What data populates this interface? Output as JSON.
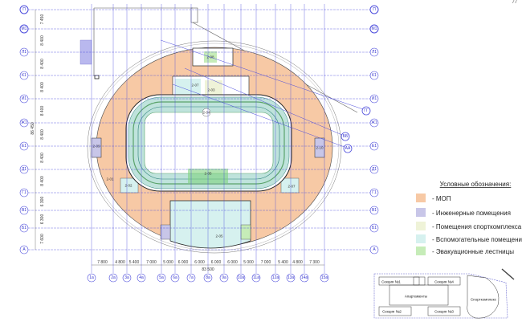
{
  "page_number": "77",
  "row_axes": [
    {
      "label": "П",
      "dim": "7 450"
    },
    {
      "label": "М1",
      "dim": "8 400"
    },
    {
      "label": "Л1",
      "dim": "8 400"
    },
    {
      "label": "К1",
      "dim": "8 400"
    },
    {
      "label": "И1",
      "dim": "8 400"
    },
    {
      "label": "Ж1",
      "dim": "8 400"
    },
    {
      "label": "Е1",
      "dim": "8 400"
    },
    {
      "label": "Д1",
      "dim": "8 400"
    },
    {
      "label": "Г1",
      "dim": "6 300"
    },
    {
      "label": "В1",
      "dim": "6 300"
    },
    {
      "label": "Б1",
      "dim": "7 600"
    },
    {
      "label": "А",
      "dim": ""
    }
  ],
  "row_total": "86 450",
  "col_axes": [
    "1a",
    "2a",
    "3a",
    "4a",
    "5a",
    "6a",
    "7a",
    "8a",
    "9a",
    "10a",
    "11a",
    "12a",
    "13a",
    "14a",
    "15a"
  ],
  "col_dims": [
    "7 800",
    "4 800",
    "5 400",
    "7 000",
    "5 000",
    "6 000",
    "6 000",
    "6 000",
    "6 000",
    "5 000",
    "7 000",
    "5 400",
    "4 800",
    "7 300"
  ],
  "col_total": "83 500",
  "diagonal_axes": [
    "ГГ",
    "ББ",
    "АА"
  ],
  "rooms": [
    "2-08",
    "2-07",
    "2-03",
    "2-04",
    "2-01",
    "2-02",
    "2-05",
    "2-06",
    "2-07",
    "2-09",
    "2-10"
  ],
  "legend": {
    "title": "Условные обозначения:",
    "items": [
      {
        "label": "- МОП",
        "color": "#f7c9a5"
      },
      {
        "label": "- Инженерные помещения",
        "color": "#c8c6e8"
      },
      {
        "label": "- Помещения спорткомплекса",
        "color": "#eff3d8"
      },
      {
        "label": "- Вспомогательные помещения",
        "color": "#d6f1ef"
      },
      {
        "label": "- Эвакуационные лестницы",
        "color": "#c6ecb8"
      }
    ]
  },
  "inset": {
    "sections": [
      "Секция №1",
      "Секция №4",
      "Секция №2",
      "Секция №3"
    ],
    "apartments": "Апартаменты",
    "sport": "Спорткомплекс"
  }
}
